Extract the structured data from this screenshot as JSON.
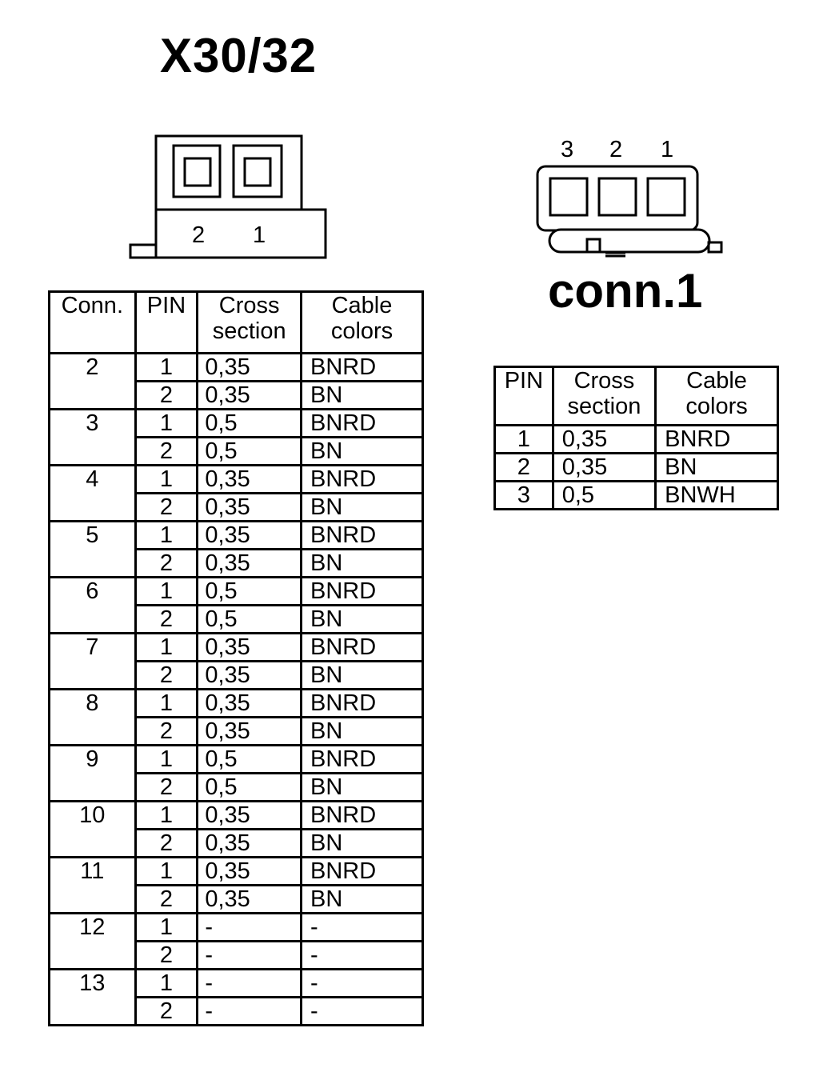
{
  "titles": {
    "main": "X30/32",
    "conn1": "conn.1"
  },
  "x30_connector": {
    "pin_labels": [
      "2",
      "1"
    ]
  },
  "conn1_connector": {
    "pin_labels": [
      "3",
      "2",
      "1"
    ]
  },
  "left_table": {
    "headers": {
      "conn": "Conn.",
      "pin": "PIN",
      "cross": "Cross section",
      "colors": "Cable colors"
    },
    "groups": [
      {
        "conn": "2",
        "rows": [
          {
            "pin": "1",
            "cross": "0,35",
            "color": "BNRD"
          },
          {
            "pin": "2",
            "cross": "0,35",
            "color": "BN"
          }
        ]
      },
      {
        "conn": "3",
        "rows": [
          {
            "pin": "1",
            "cross": "0,5",
            "color": "BNRD"
          },
          {
            "pin": "2",
            "cross": "0,5",
            "color": "BN"
          }
        ]
      },
      {
        "conn": "4",
        "rows": [
          {
            "pin": "1",
            "cross": "0,35",
            "color": "BNRD"
          },
          {
            "pin": "2",
            "cross": "0,35",
            "color": "BN"
          }
        ]
      },
      {
        "conn": "5",
        "rows": [
          {
            "pin": "1",
            "cross": "0,35",
            "color": "BNRD"
          },
          {
            "pin": "2",
            "cross": "0,35",
            "color": "BN"
          }
        ]
      },
      {
        "conn": "6",
        "rows": [
          {
            "pin": "1",
            "cross": "0,5",
            "color": "BNRD"
          },
          {
            "pin": "2",
            "cross": "0,5",
            "color": "BN"
          }
        ]
      },
      {
        "conn": "7",
        "rows": [
          {
            "pin": "1",
            "cross": "0,35",
            "color": "BNRD"
          },
          {
            "pin": "2",
            "cross": "0,35",
            "color": "BN"
          }
        ]
      },
      {
        "conn": "8",
        "rows": [
          {
            "pin": "1",
            "cross": "0,35",
            "color": "BNRD"
          },
          {
            "pin": "2",
            "cross": "0,35",
            "color": "BN"
          }
        ]
      },
      {
        "conn": "9",
        "rows": [
          {
            "pin": "1",
            "cross": "0,5",
            "color": "BNRD"
          },
          {
            "pin": "2",
            "cross": "0,5",
            "color": "BN"
          }
        ]
      },
      {
        "conn": "10",
        "rows": [
          {
            "pin": "1",
            "cross": "0,35",
            "color": "BNRD"
          },
          {
            "pin": "2",
            "cross": "0,35",
            "color": "BN"
          }
        ]
      },
      {
        "conn": "11",
        "rows": [
          {
            "pin": "1",
            "cross": "0,35",
            "color": "BNRD"
          },
          {
            "pin": "2",
            "cross": "0,35",
            "color": "BN"
          }
        ]
      },
      {
        "conn": "12",
        "rows": [
          {
            "pin": "1",
            "cross": "-",
            "color": "-"
          },
          {
            "pin": "2",
            "cross": "-",
            "color": "-"
          }
        ]
      },
      {
        "conn": "13",
        "rows": [
          {
            "pin": "1",
            "cross": "-",
            "color": "-"
          },
          {
            "pin": "2",
            "cross": "-",
            "color": "-"
          }
        ]
      }
    ]
  },
  "right_table": {
    "headers": {
      "pin": "PIN",
      "cross": "Cross section",
      "colors": "Cable colors"
    },
    "rows": [
      {
        "pin": "1",
        "cross": "0,35",
        "color": "BNRD"
      },
      {
        "pin": "2",
        "cross": "0,35",
        "color": "BN"
      },
      {
        "pin": "3",
        "cross": "0,5",
        "color": "BNWH"
      }
    ]
  }
}
